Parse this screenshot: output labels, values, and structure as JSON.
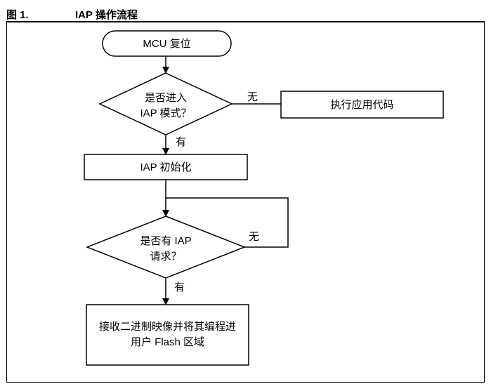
{
  "figure": {
    "number": "图 1.",
    "title": "IAP 操作流程"
  },
  "flowchart": {
    "start": "MCU 复位",
    "decision1": {
      "line1": "是否进入",
      "line2": "IAP 模式？"
    },
    "run_app": "执行应用代码",
    "no1": "无",
    "yes1": "有",
    "init": "IAP 初始化",
    "decision2": {
      "line1": "是否有 IAP",
      "line2": "请求？"
    },
    "no2": "无",
    "yes2": "有",
    "program": {
      "line1": "接收二进制映像并将其编程进",
      "line2": "用户 Flash 区域"
    }
  }
}
